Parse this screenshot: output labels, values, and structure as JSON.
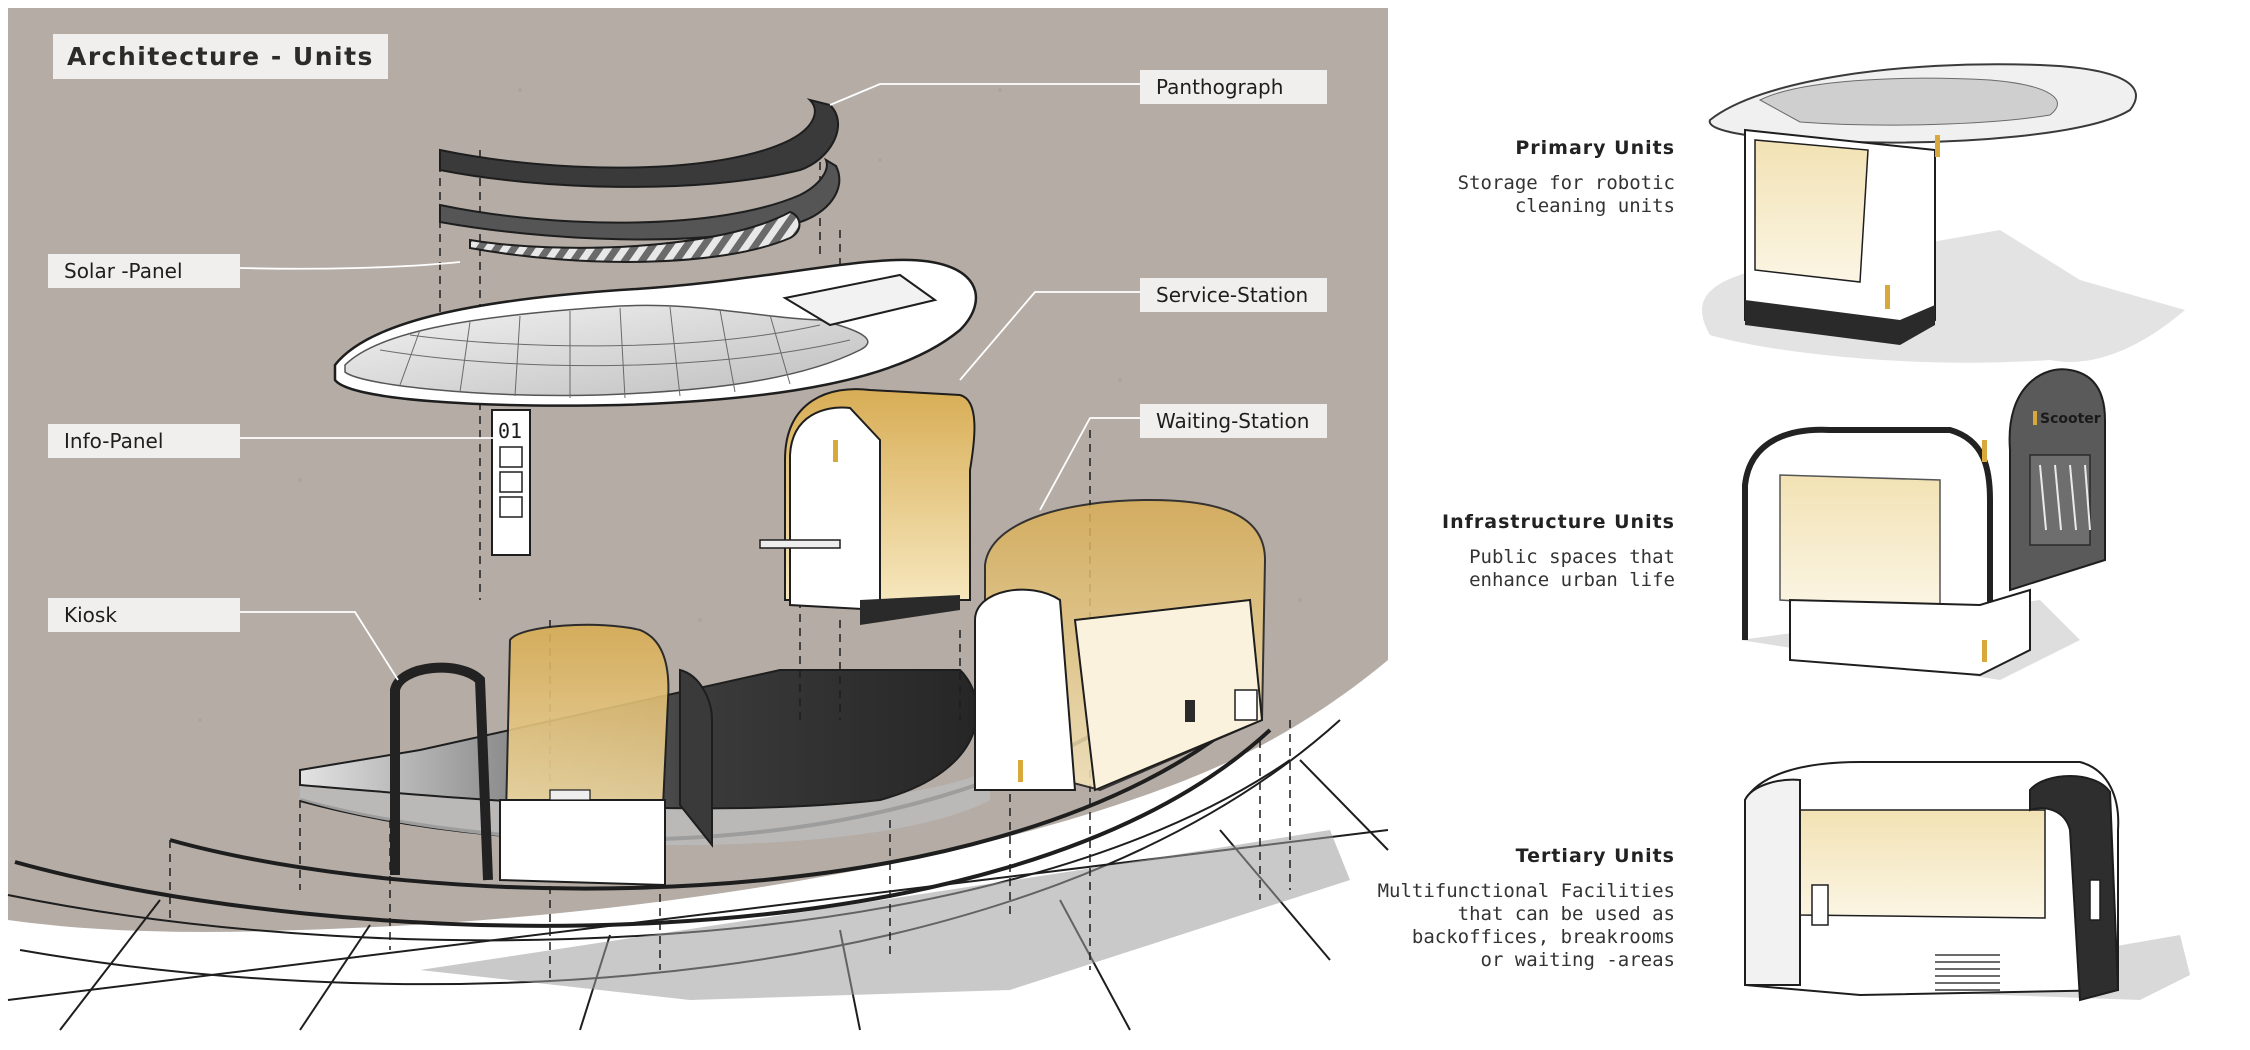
{
  "diagram": {
    "title": "Architecture - Units",
    "callouts": {
      "panthograph": "Panthograph",
      "solar_panel": "Solar -Panel",
      "service_station": "Service-Station",
      "info_panel": "Info-Panel",
      "waiting_station": "Waiting-Station",
      "kiosk": "Kiosk"
    },
    "info_panel_number": "01",
    "scooter_sign": "Scooter",
    "background_color": "#b3aba4",
    "accent_color": "#d9a83a"
  },
  "units": [
    {
      "title": "Primary Units",
      "description": "Storage for robotic\ncleaning units"
    },
    {
      "title": "Infrastructure Units",
      "description": "Public spaces that\nenhance urban life"
    },
    {
      "title": "Tertiary Units",
      "description": "Multifunctional Facilities\nthat can be used as\nbackoffices, breakrooms\nor waiting -areas"
    }
  ]
}
